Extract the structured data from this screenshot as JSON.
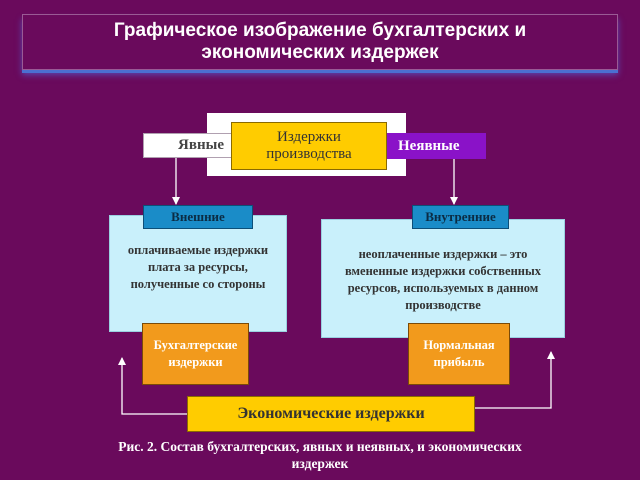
{
  "title": "Графическое изображение бухгалтерских и\nэкономических издержек",
  "nodes": {
    "production_costs": "Издержки\nпроизводства",
    "explicit": "Явные",
    "implicit": "Неявные",
    "external_tag": "Внешние",
    "external_desc": "оплачиваемые издержки\nплата за ресурсы,\nполученные со стороны",
    "internal_tag": "Внутренние",
    "internal_desc": "неоплаченные издержки – это\nвмененные издержки собственных\nресурсов, используемых в данном\nпроизводстве",
    "accounting": "Бухгалтерские\nиздержки",
    "normal_profit": "Нормальная\nприбыль",
    "economic": "Экономические издержки"
  },
  "caption": "Рис. 2. Состав бухгалтерских, явных и неявных, и экономических\nиздержек",
  "colors": {
    "background": "#6a0a5c",
    "yellow": "#ffcc00",
    "purple": "#8a12c8",
    "panel": "#c9f0fb",
    "tag_blue": "#1a8cc8",
    "orange": "#f29a1c"
  }
}
